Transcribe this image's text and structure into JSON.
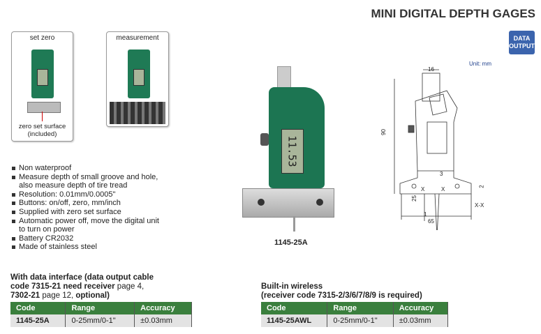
{
  "title": "MINI DIGITAL DEPTH GAGES",
  "badge": {
    "line1": "DATA",
    "line2": "OUTPUT",
    "color": "#3b64ad"
  },
  "photos": [
    {
      "caption": "set zero",
      "note1": "zero set surface",
      "note2": "(included)"
    },
    {
      "caption": "measurement"
    }
  ],
  "features": [
    "Non waterproof",
    "Measure depth of small groove and hole, also measure depth of tire tread",
    "Resolution: 0.01mm/0.0005\"",
    "Buttons: on/off, zero, mm/inch",
    "Supplied with zero set surface",
    "Automatic power off, move the digital unit to turn on power",
    "Battery CR2032",
    "Made of stainless steel"
  ],
  "product": {
    "label": "1145-25A",
    "display": "11.53"
  },
  "diagram": {
    "unit": "Unit: mm",
    "dims": [
      "16",
      "90",
      "3",
      "25",
      "1",
      "65",
      "2",
      "X",
      "X",
      "X-X"
    ]
  },
  "left_section": {
    "h1": "With data interface (data output cable",
    "h2a": "code 7315-21 need receiver",
    "h2b": " page 4,",
    "h3a": "7302-21",
    "h3b": " page 12,",
    "h3c": " optional)"
  },
  "right_section": {
    "h1": "Built-in wireless",
    "h2": "(receiver code 7315-2/3/6/7/8/9 is required)"
  },
  "columns": [
    "Code",
    "Range",
    "Accuracy"
  ],
  "left_table": [
    [
      "1145-25A",
      "0-25mm/0-1\"",
      "±0.03mm"
    ]
  ],
  "right_table": [
    [
      "1145-25AWL",
      "0-25mm/0-1\"",
      "±0.03mm"
    ]
  ],
  "colors": {
    "header_green": "#3a7f3d",
    "gauge_green": "#1f7a55"
  }
}
